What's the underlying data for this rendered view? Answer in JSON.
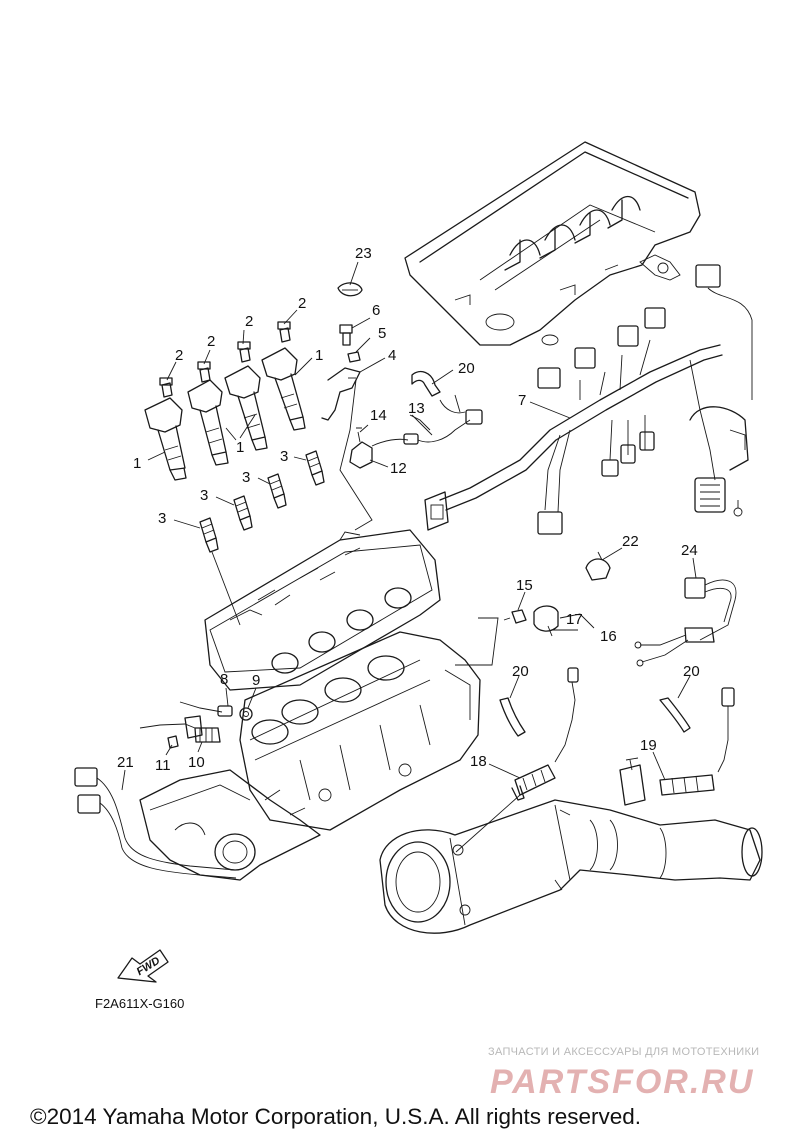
{
  "diagram_code": "F2A611X-G160",
  "direction_marker": "FWD",
  "copyright": "©2014 Yamaha Motor Corporation, U.S.A. All rights reserved.",
  "watermark": {
    "tagline": "ЗАПЧАСТИ И АКСЕССУАРЫ ДЛЯ МОТОТЕХНИКИ",
    "brand": "PARTSFOR.RU"
  },
  "callouts": [
    {
      "id": "c23",
      "label": "23"
    },
    {
      "id": "c6",
      "label": "6"
    },
    {
      "id": "c5",
      "label": "5"
    },
    {
      "id": "c4",
      "label": "4"
    },
    {
      "id": "c20a",
      "label": "20"
    },
    {
      "id": "c2a",
      "label": "2"
    },
    {
      "id": "c2b",
      "label": "2"
    },
    {
      "id": "c2c",
      "label": "2"
    },
    {
      "id": "c2d",
      "label": "2"
    },
    {
      "id": "c1a",
      "label": "1"
    },
    {
      "id": "c1b",
      "label": "1"
    },
    {
      "id": "c1c",
      "label": "1"
    },
    {
      "id": "c13",
      "label": "13"
    },
    {
      "id": "c14",
      "label": "14"
    },
    {
      "id": "c12",
      "label": "12"
    },
    {
      "id": "c7",
      "label": "7"
    },
    {
      "id": "c3a",
      "label": "3"
    },
    {
      "id": "c3b",
      "label": "3"
    },
    {
      "id": "c3c",
      "label": "3"
    },
    {
      "id": "c3d",
      "label": "3"
    },
    {
      "id": "c22",
      "label": "22"
    },
    {
      "id": "c24",
      "label": "24"
    },
    {
      "id": "c15",
      "label": "15"
    },
    {
      "id": "c17",
      "label": "17"
    },
    {
      "id": "c16",
      "label": "16"
    },
    {
      "id": "c20b",
      "label": "20"
    },
    {
      "id": "c20c",
      "label": "20"
    },
    {
      "id": "c8",
      "label": "8"
    },
    {
      "id": "c9",
      "label": "9"
    },
    {
      "id": "c11",
      "label": "11"
    },
    {
      "id": "c10",
      "label": "10"
    },
    {
      "id": "c21",
      "label": "21"
    },
    {
      "id": "c18",
      "label": "18"
    },
    {
      "id": "c19",
      "label": "19"
    }
  ]
}
